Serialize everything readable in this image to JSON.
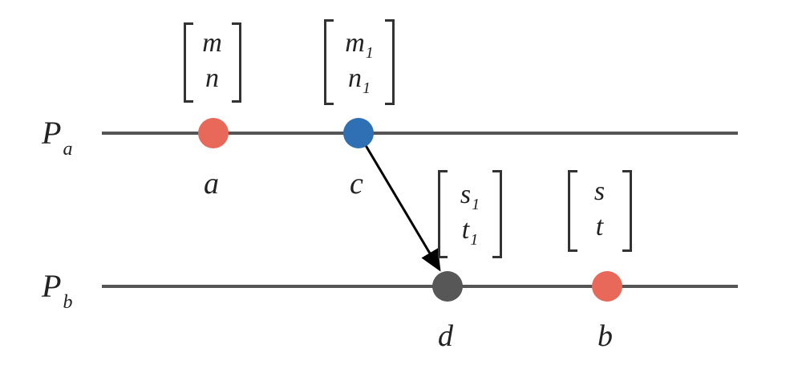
{
  "processes": [
    {
      "id": "pa",
      "name": "P",
      "subscript": "a"
    },
    {
      "id": "pb",
      "name": "P",
      "subscript": "b"
    }
  ],
  "events": [
    {
      "id": "a",
      "label": "a",
      "process": "pa",
      "color": "#e8695a",
      "vector": {
        "top": "m",
        "top_sub": "",
        "bottom": "n",
        "bottom_sub": ""
      }
    },
    {
      "id": "c",
      "label": "c",
      "process": "pa",
      "color": "#2f6fb3",
      "vector": {
        "top": "m",
        "top_sub": "1",
        "bottom": "n",
        "bottom_sub": "1"
      }
    },
    {
      "id": "d",
      "label": "d",
      "process": "pb",
      "color": "#575757",
      "vector": {
        "top": "s",
        "top_sub": "1",
        "bottom": "t",
        "bottom_sub": "1"
      }
    },
    {
      "id": "b",
      "label": "b",
      "process": "pb",
      "color": "#e8695a",
      "vector": {
        "top": "s",
        "top_sub": "",
        "bottom": "t",
        "bottom_sub": ""
      }
    }
  ],
  "messages": [
    {
      "from": "c",
      "to": "d"
    }
  ],
  "colors": {
    "timeline": "#555555",
    "arrow": "#000000"
  }
}
